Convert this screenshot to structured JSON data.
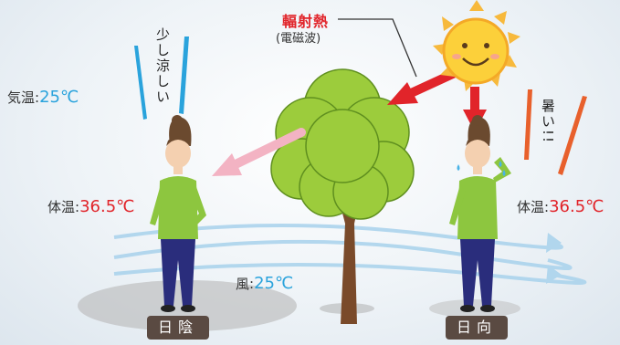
{
  "radiant_heat": {
    "title": "輻射熱",
    "subtitle": "(電磁波)"
  },
  "air_temp": {
    "label": "気温:",
    "value": "25℃"
  },
  "shade_side": {
    "feeling": "少し涼しい",
    "body_temp_label": "体温:",
    "body_temp_value": "36.5℃",
    "badge": "日陰"
  },
  "sun_side": {
    "feeling": "暑い!!",
    "body_temp_label": "体温:",
    "body_temp_value": "36.5℃",
    "badge": "日向"
  },
  "wind": {
    "label": "風:",
    "value": "25℃"
  },
  "colors": {
    "blue": "#2aa3dc",
    "red": "#e1242a",
    "badge_bg": "#5a4a42",
    "leaf_green": "#8cc63f",
    "sweater": "#8dc63f",
    "trunk": "#7a4a2a"
  },
  "icons": [
    "sun-icon",
    "tree-icon",
    "person-icon",
    "arrow-icon",
    "wind-icon"
  ]
}
